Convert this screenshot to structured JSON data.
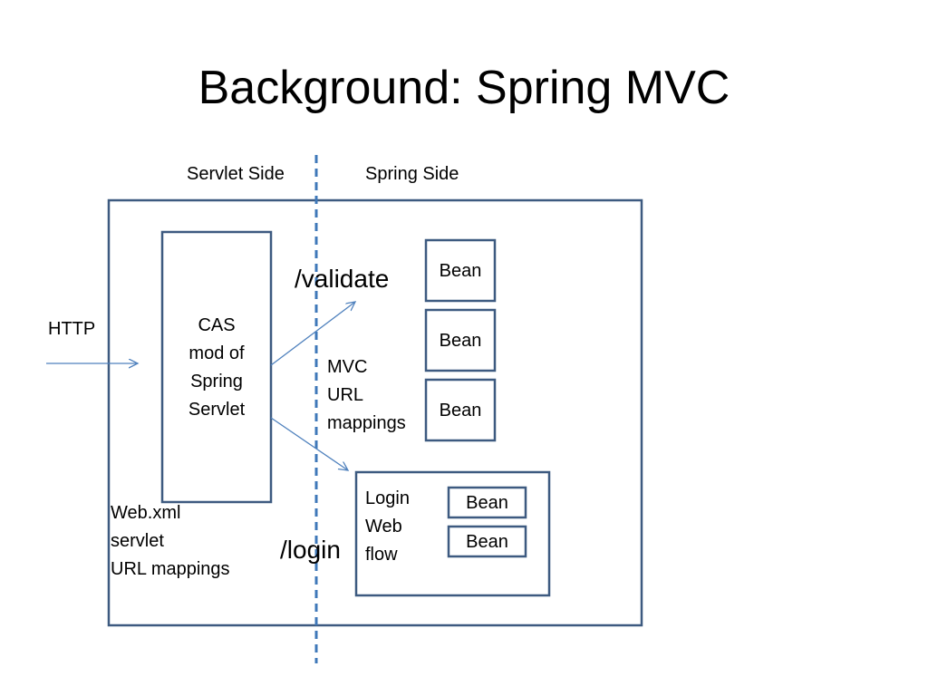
{
  "title": "Background: Spring MVC",
  "diagram": {
    "servlet_side_label": "Servlet Side",
    "spring_side_label": "Spring Side",
    "http_label": "HTTP",
    "servlet_box": [
      "CAS",
      "mod of",
      "Spring",
      "Servlet"
    ],
    "webxml_text": [
      "Web.xml",
      "servlet",
      "URL mappings"
    ],
    "validate_path": "/validate",
    "login_path": "/login",
    "mvc_text": [
      "MVC",
      "URL",
      "mappings"
    ],
    "login_webflow_text": [
      "Login",
      "Web",
      "flow"
    ],
    "bean_label": "Bean",
    "colors": {
      "stroke": "#3d5a80",
      "arrow": "#4f81bd",
      "dashed": "#3f78b9"
    }
  }
}
